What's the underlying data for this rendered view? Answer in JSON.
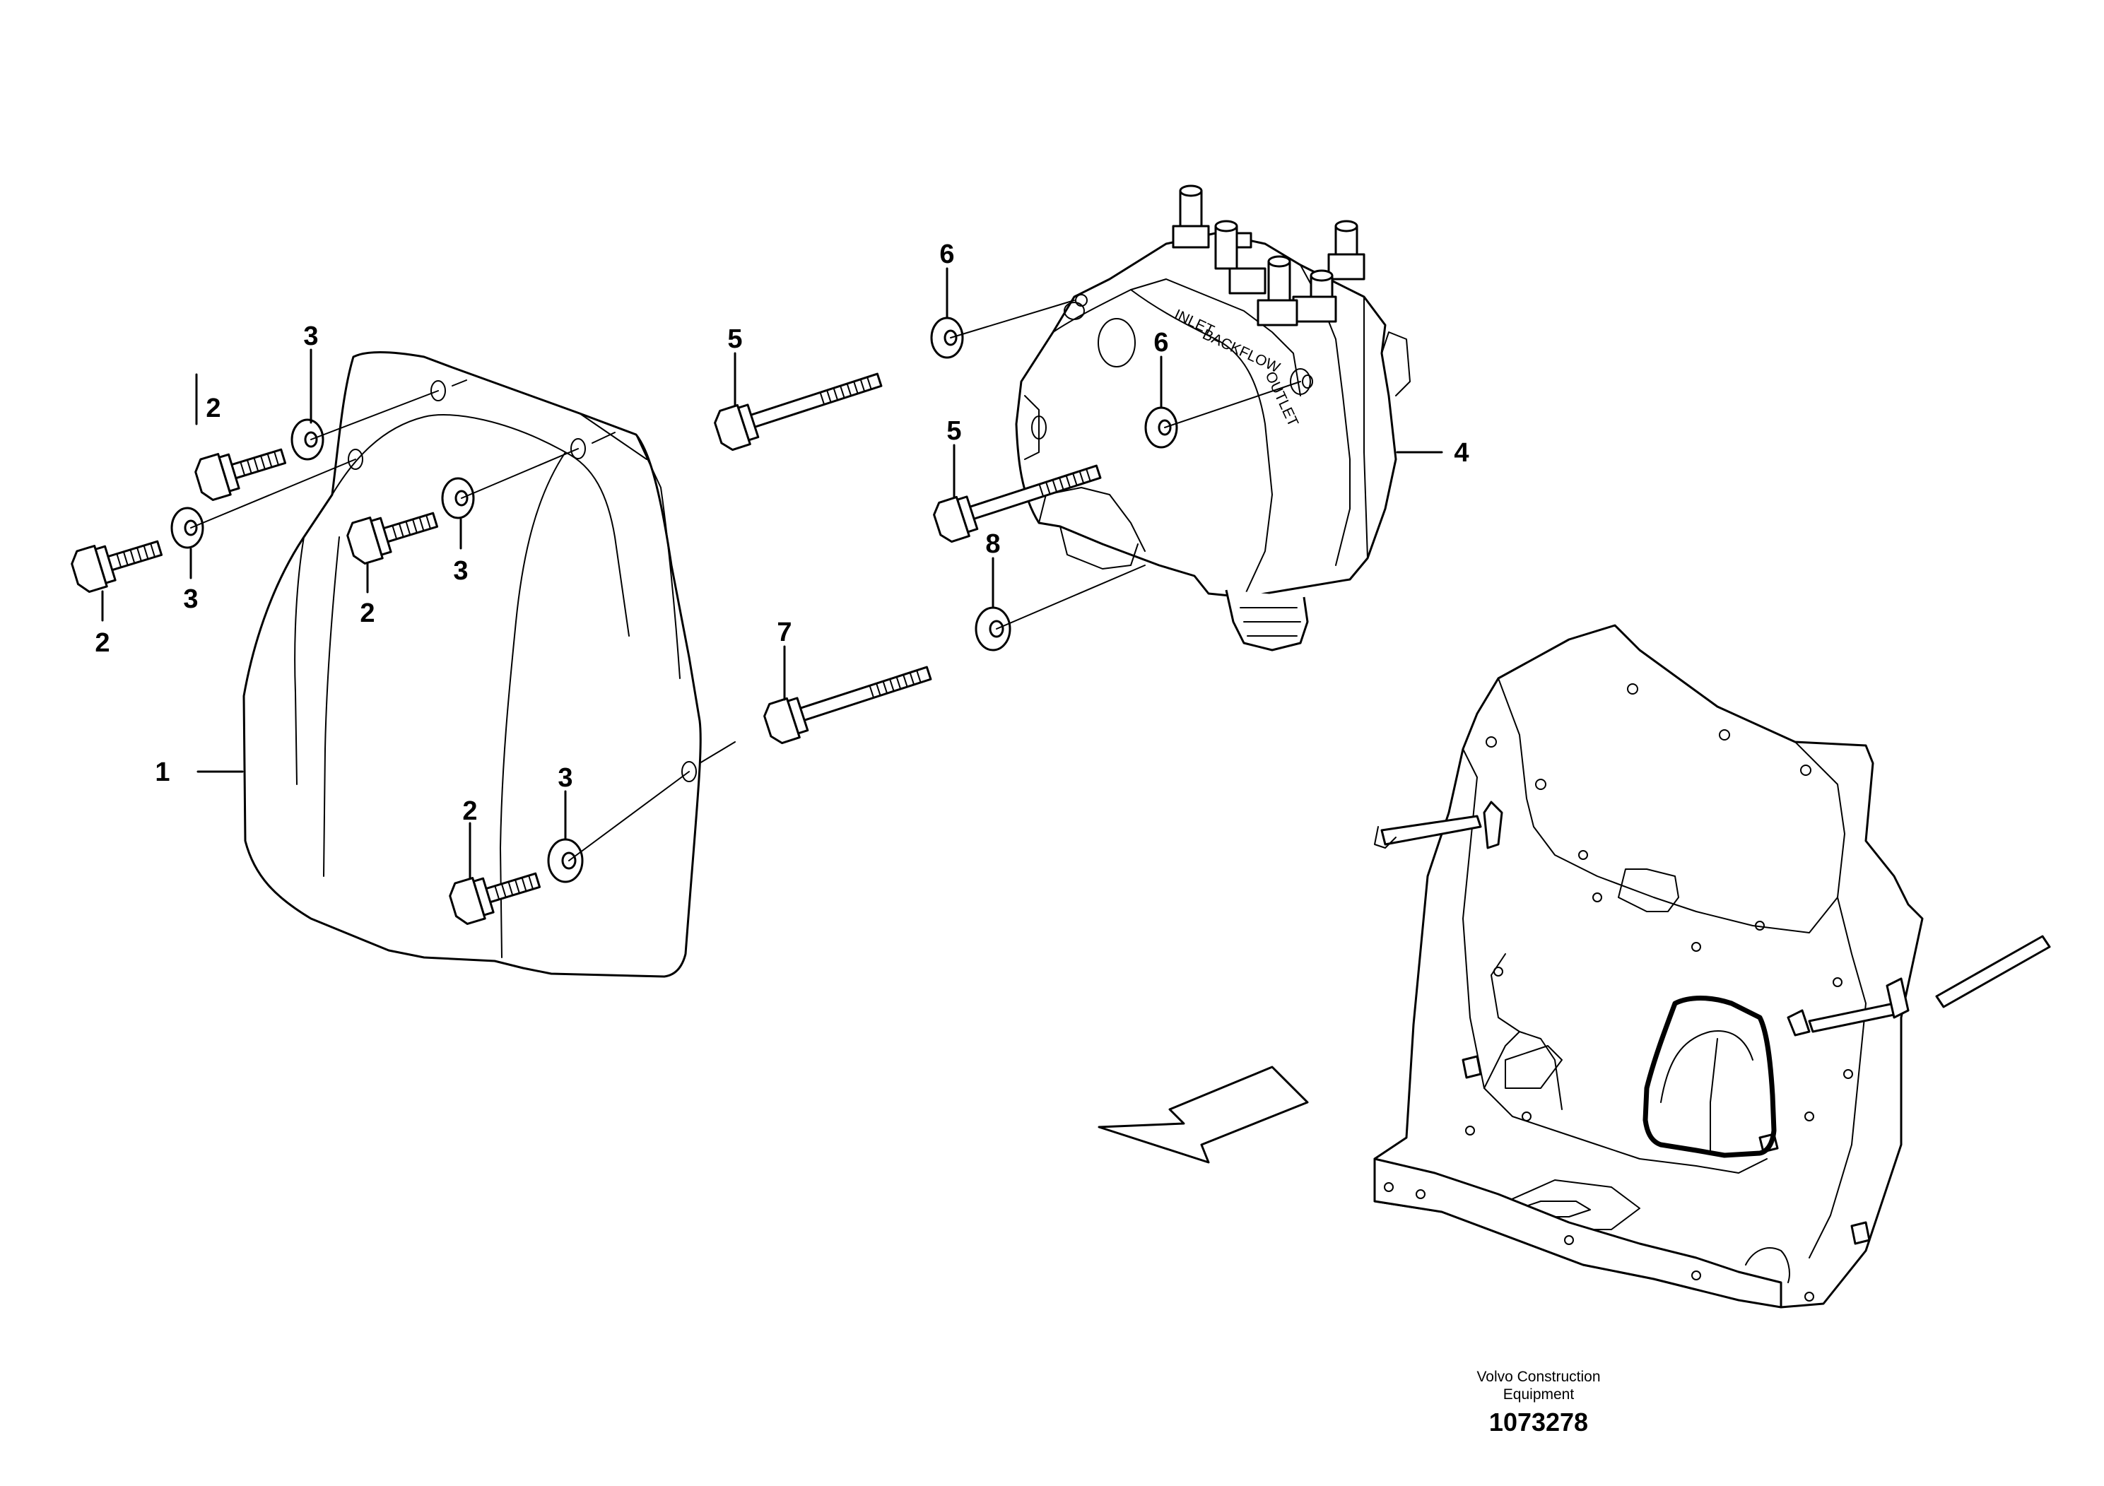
{
  "callouts": {
    "c1": "1",
    "c2a": "2",
    "c2b": "2",
    "c2c": "2",
    "c2d": "2",
    "c3a": "3",
    "c3b": "3",
    "c3c": "3",
    "c3d": "3",
    "c4": "4",
    "c5a": "5",
    "c5b": "5",
    "c6a": "6",
    "c6b": "6",
    "c7": "7",
    "c8": "8"
  },
  "footer": {
    "brand_line1": "Volvo Construction",
    "brand_line2": "Equipment",
    "drawing_number": "1073278"
  },
  "valve_markings": {
    "inlet": "INLET",
    "backflow": "BACKFLOW",
    "outlet": "OUTLET"
  }
}
